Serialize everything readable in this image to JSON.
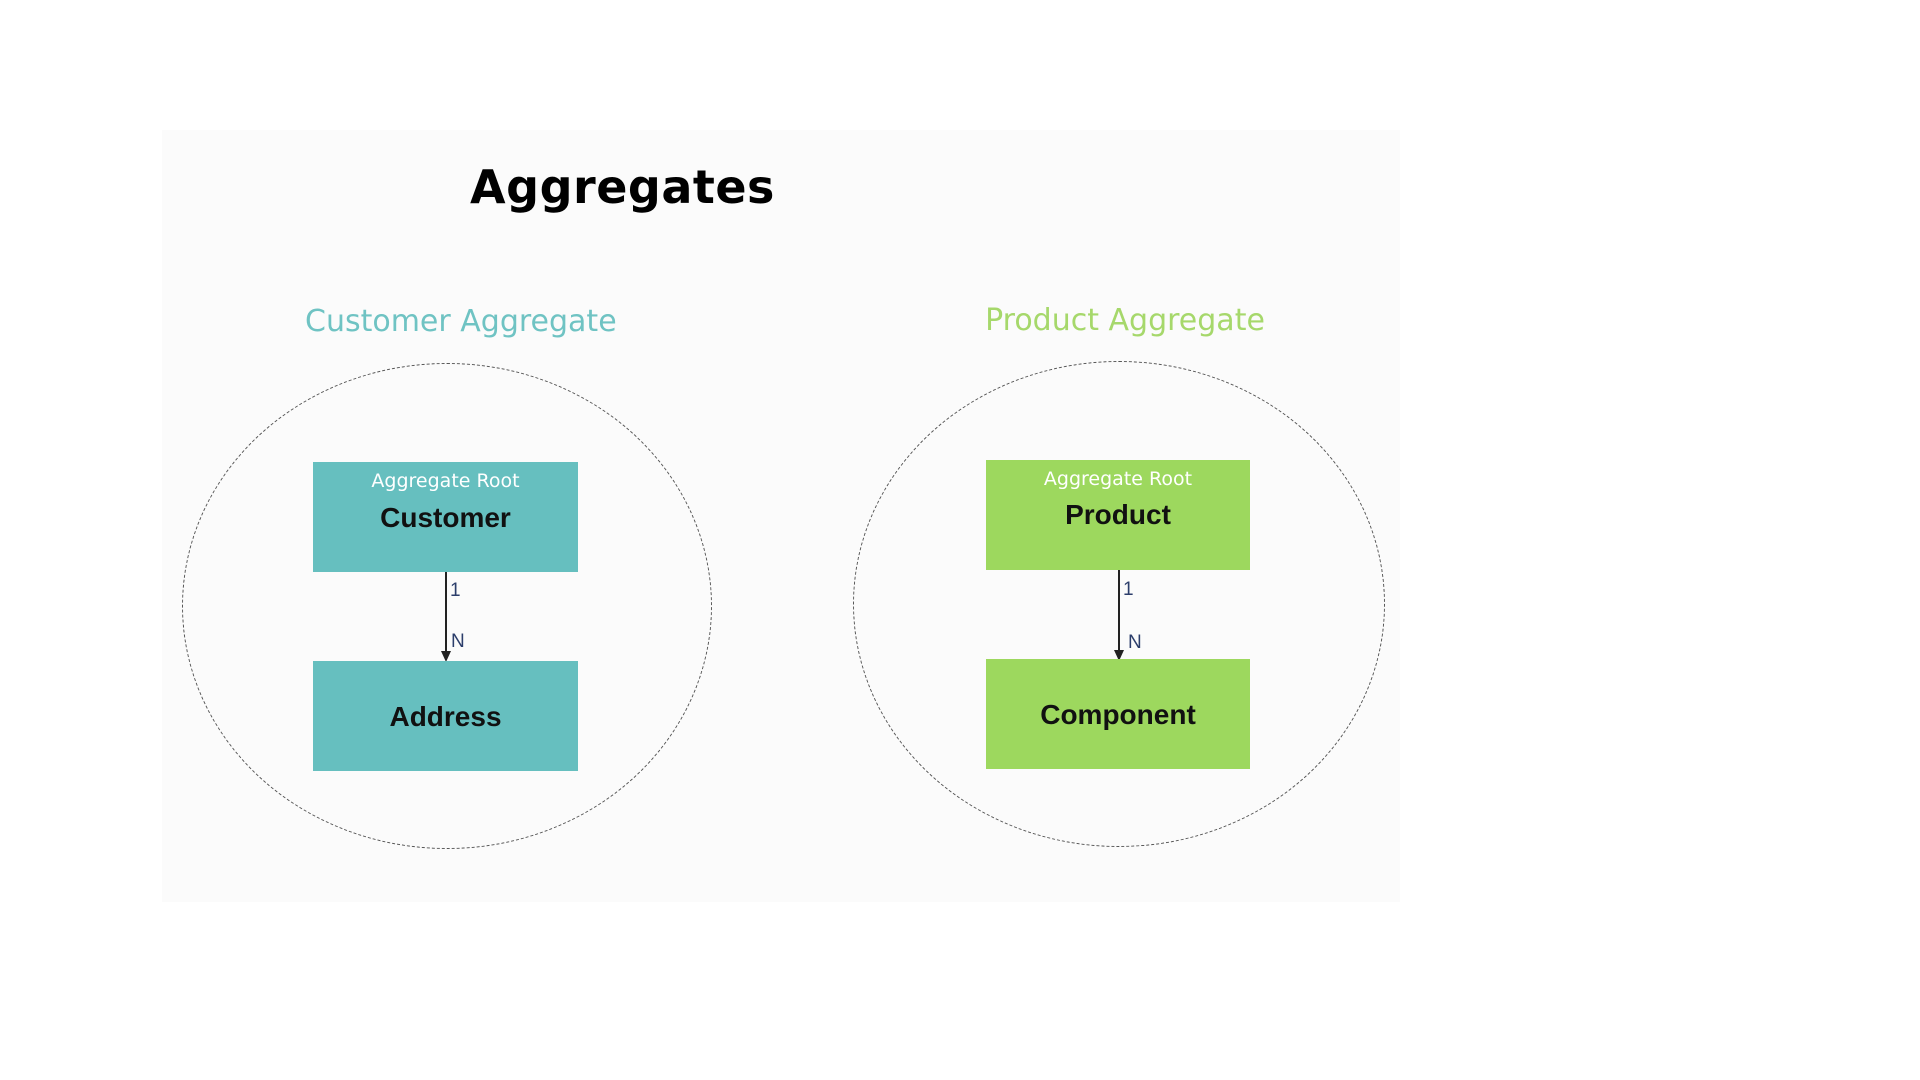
{
  "title": "Aggregates",
  "colors": {
    "customer_accent": "#66bfbf",
    "customer_label": "#6fc3c3",
    "product_accent": "#9dd85e",
    "product_label": "#a6d86b",
    "circle_border": "#555555",
    "multiplicity": "#2c3e6b"
  },
  "aggregates": [
    {
      "label": "Customer Aggregate",
      "root": {
        "tag": "Aggregate Root",
        "name": "Customer"
      },
      "child": {
        "name": "Address"
      },
      "multiplicity": {
        "from": "1",
        "to": "N"
      }
    },
    {
      "label": "Product Aggregate",
      "root": {
        "tag": "Aggregate Root",
        "name": "Product"
      },
      "child": {
        "name": "Component"
      },
      "multiplicity": {
        "from": "1",
        "to": "N"
      }
    }
  ]
}
